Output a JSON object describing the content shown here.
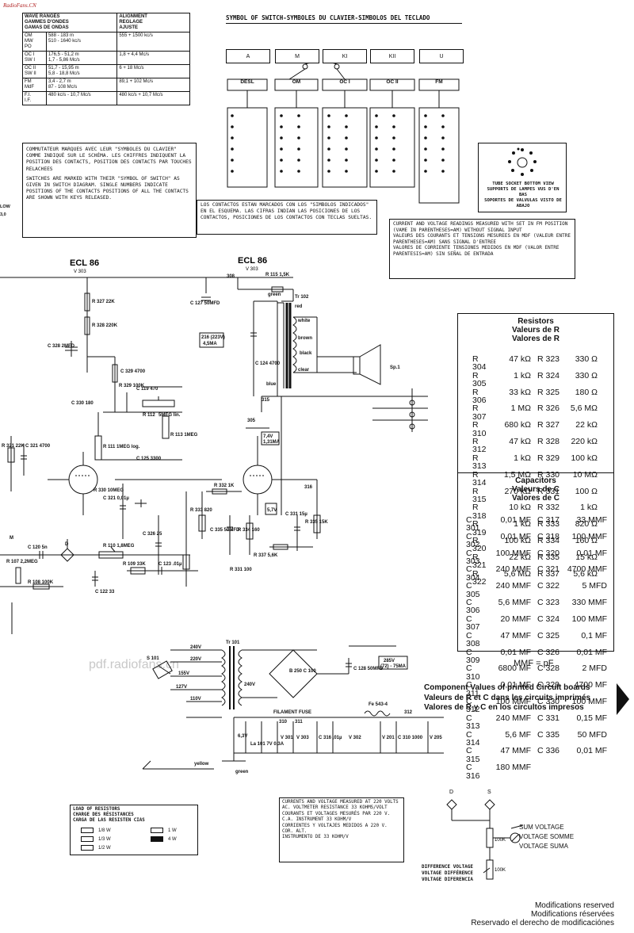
{
  "watermark_top": "RadioFans.CN",
  "watermark_mid": "pdf.radiofans.cn",
  "wave_table": {
    "headers": [
      "WAVE RANGES\nGAMMES D'ONDES\nGAMAS DE ONDAS",
      "ALIGNMENT\nREGLAGE\nAJUSTE"
    ],
    "rows": [
      {
        "band": "OM\nMW\nPO",
        "range": "588 - 183 m\n510 - 1640 kc/s",
        "align": "555 + 1500 kc/s"
      },
      {
        "band": "OC I\nSW I",
        "range": "176,5 - 51,2 m\n1,7 - 5,86 Mc/s",
        "align": "1,8 + 4,4 Mc/s"
      },
      {
        "band": "OC II\nSW II",
        "range": "51,7 - 15,95 m\n5,8 - 18,8 Mc/s",
        "align": "6 + 18 Mc/s"
      },
      {
        "band": "FM\nMdF",
        "range": "3,4 - 2,7 m\n87 - 108 Mc/s",
        "align": "89,1 + 102 Mc/s"
      },
      {
        "band": "F.I.\nI.F.",
        "range": "480 kc/s - 10,7 Mc/s",
        "align": "480 kc/s + 10,7 Mc/s"
      }
    ]
  },
  "switch_title": "SYMBOL OF SWITCH-SYMBOLES DU CLAVIER-SIMBOLOS DEL TECLADO",
  "switch_keys": [
    "A",
    "M",
    "KI",
    "KII",
    "U"
  ],
  "switch_sections": [
    "DESL",
    "OM",
    "OC I",
    "OC II",
    "FM"
  ],
  "note_fr": "COMMUTATEUR MARQUES AVEC LEUR \"SYMBOLES DU CLAVIER\" COMME INDIQUÉ SUR LE SCHÉMA. LES CHIFFRES INDIQUENT LA POSITION DES CONTACTS, POSITION DES CONTACTS PAR TOUCHES RELACHEES",
  "note_en": "SWITCHES ARE MARKED WITH THEIR \"SYMBOL OF SWITCH\" AS GIVEN IN SWITCH DIAGRAM. SINGLE NUMBERS INDICATE POSITIONS OF THE CONTACTS POSITIONS OF ALL THE CONTACTS ARE SHOWN WITH KEYS RELEASED.",
  "note_es": "LOS CONTACTOS ESTAN MARCADOS CON LOS \"SIMBOLOS INDICADOS\" EN EL ESQUEMA. LAS CIFRAS INDIAN LAS POSICIONES DE LOS CONTACTOS, POSICIONES DE LOS CONTACTOS CON TECLAS SUELTAS.",
  "tube_socket": "TUBE SOCKET BOTTOM VIEW\nSUPPORTS DE LAMPES VUS D'EN BAS\nSOPORTES DE VALVULAS VISTO DE ABAJO",
  "readings_note": "CURRENT AND VOLTAGE READINGS MEASURED WITH SET IN FM POSITION (VAME IN PARENTHESES=AM) WITHOUT SIGNAL INPUT\nVALEURS DES COURANTS ET TENSIONS MESUREES EN MDF (VALEUR ENTRE PARENTHESES=AM) SANS SIGNAL D'ENTREE\nVALORES DE CORRIENTE TENSIONES MEDIDOS EN MDF (VALOR ENTRE PARENTESIS=AM) SIN SEÑAL DE ENTRADA",
  "resistors": {
    "title": [
      "Resistors",
      "Valeurs de R",
      "Valores de R"
    ],
    "left": [
      [
        "R 304",
        "47 kΩ"
      ],
      [
        "R 305",
        "1 kΩ"
      ],
      [
        "R 306",
        "33 kΩ"
      ],
      [
        "R 307",
        "1 MΩ"
      ],
      [
        "R 310",
        "680 kΩ"
      ],
      [
        "R 312",
        "47 kΩ"
      ],
      [
        "R 313",
        "1 kΩ"
      ],
      [
        "R 314",
        "1,5 MΩ"
      ],
      [
        "R 315",
        "270 kΩ"
      ],
      [
        "R 318",
        "10 kΩ"
      ],
      [
        "R 319",
        "1 kΩ"
      ],
      [
        "R 320",
        "100 kΩ"
      ],
      [
        "R 321",
        "22 kΩ"
      ],
      [
        "R 322",
        "5,6 MΩ"
      ]
    ],
    "right": [
      [
        "R 323",
        "330 Ω"
      ],
      [
        "R 324",
        "330 Ω"
      ],
      [
        "R 325",
        "180 Ω"
      ],
      [
        "R 326",
        "5,6 MΩ"
      ],
      [
        "R 327",
        "22 kΩ"
      ],
      [
        "R 328",
        "220 kΩ"
      ],
      [
        "R 329",
        "100 kΩ"
      ],
      [
        "R 330",
        "10 MΩ"
      ],
      [
        "R 331",
        "100 Ω"
      ],
      [
        "R 332",
        "1 kΩ"
      ],
      [
        "R 333",
        "820 Ω"
      ],
      [
        "R 334",
        "160 Ω"
      ],
      [
        "R 335",
        "15 kΩ"
      ],
      [
        "R 337",
        "5,6 kΩ"
      ]
    ]
  },
  "capacitors": {
    "title": [
      "Capacitors",
      "Valeurs de C",
      "Valores de C"
    ],
    "left": [
      [
        "C 301",
        "0,01 MF"
      ],
      [
        "C 302",
        "0,01 MF"
      ],
      [
        "C 303",
        "100 MMF"
      ],
      [
        "C 304",
        "240 MMF"
      ],
      [
        "C 305",
        "240 MMF"
      ],
      [
        "C 306",
        "5,6 MMF"
      ],
      [
        "C 307",
        "20 MMF"
      ],
      [
        "C 308",
        "47 MMF"
      ],
      [
        "C 309",
        "0,01 MF"
      ],
      [
        "C 310",
        "6800 MF"
      ],
      [
        "C 311",
        "0,01 MF"
      ],
      [
        "C 312",
        "100 MMF"
      ],
      [
        "C 313",
        "240 MMF"
      ],
      [
        "C 314",
        "5,6 MF"
      ],
      [
        "C 315",
        "47 MMF"
      ],
      [
        "C 316",
        "180 MMF"
      ]
    ],
    "right": [
      [
        "C 317",
        "33 MMF"
      ],
      [
        "C 318",
        "100 MMF"
      ],
      [
        "C 320",
        "0,01 MF"
      ],
      [
        "C 321",
        "4700 MMF"
      ],
      [
        "C 322",
        "5 MFD"
      ],
      [
        "C 323",
        "330 MMF"
      ],
      [
        "C 324",
        "100 MMF"
      ],
      [
        "C 325",
        "0,1 MF"
      ],
      [
        "C 326",
        "0,01 MF"
      ],
      [
        "C 328",
        "2 MFD"
      ],
      [
        "C 329",
        "4700 MF"
      ],
      [
        "C 330",
        "100 MMF"
      ],
      [
        "C 331",
        "0,15 MF"
      ],
      [
        "C 335",
        "50 MFD"
      ],
      [
        "C 336",
        "0,01 MF"
      ]
    ]
  },
  "mmf_note": "MMF = pF",
  "component_heading": [
    "Component Values of printed Circuit boards",
    "Valeurs de R et C dans les circuits imprimés",
    "Valores de R y C en los circultos impresos"
  ],
  "tubes": [
    "ECL 86",
    "ECL 86"
  ],
  "tube_refs": [
    "V 303",
    "V 303"
  ],
  "schematic_labels": {
    "r327": "R 327 22K",
    "r328": "R 328 220K",
    "c328": "C 328 2MFD",
    "c329": "C 329 4700",
    "c127": "C 127 50MFD",
    "r115": "R 115 1,5K",
    "tr102": "Tr 102",
    "node308": "308",
    "green": "green",
    "red": "red",
    "white": "white",
    "brown": "brown",
    "black": "black",
    "clear": "clear",
    "blue": "blue",
    "voltage1": "216 (223V)",
    "current1": "4,5MA",
    "c124": "C 124 4700",
    "sp1": "Sp.1",
    "r329": "R 329 100K",
    "c119": "C 119 470",
    "c330": "C 330 180",
    "r112": "R 112",
    "smeg": "5MEG lin.",
    "r113": "R 113 1MEG",
    "r111": "R 111 1MEG log.",
    "c125": "C 125 3300",
    "node315": "315",
    "node305": "305",
    "v2": "7,4V",
    "i2": "1,31MA",
    "r330": "R 330 10MEG",
    "c321": "C 321 0,01µ",
    "r332": "R 332 1K",
    "r333": "R 333 820",
    "c335": "C 335 50MFD",
    "r334": "R 334 160",
    "v3": "5,7V",
    "c331": "C 331 15µ",
    "r335": "R 335 15K",
    "node316": "316",
    "c326": "C 326 25",
    "c120": "C 120 5n",
    "r110": "R 110 1,8MEG",
    "r109": "R 109 33K",
    "c123": "C 123 .01µ",
    "c122": "C 122 33",
    "r107": "R 107 2,2MEG",
    "r108": "R 108 100K",
    "r337": "R 337 5,6K",
    "r331": "R 331 100",
    "r321": "R 321 22K",
    "c321b": "C 321 4700",
    "m": "M",
    "nodeD": "D",
    "v240": "240V",
    "v220": "220V",
    "v155": "155V",
    "v127": "127V",
    "v110": "110V",
    "tr101": "Tr 101",
    "s101": "S 101",
    "v240b": "240V",
    "yellow": "yellow",
    "green2": "green",
    "b250": "B 250 C 100",
    "c128": "C 128 50MFD",
    "v285": "285V",
    "i285": "(72) - 75MA",
    "filament": "FILAMENT FUSE",
    "fe": "Fe 543-4",
    "n312": "312",
    "n311": "311",
    "n310": "310",
    "v63": "6,3V",
    "la101": "La 101 7V 0,3A",
    "v301": "V 301",
    "v303b": "V 303",
    "c316": "C 316 ,01µ",
    "v302": "V 302",
    "v201": "V 201",
    "c310": "C 310 1000",
    "v205": "V 205"
  },
  "load_box": {
    "title": [
      "LOAD OF RESISTORS",
      "CHARGE DES RÉSISTANCES",
      "CARGA DE LAS RESISTEN CIAS"
    ],
    "items": [
      "1/8 W",
      "1/3 W",
      "1/2 W",
      "1 W",
      "4 W"
    ]
  },
  "measure_note": "CURRENTS AND VOLTAGE MEASURED AT 220 VOLTS AC. VOLTMETER RESISTANCE 33 KOHMS/VOLT\nCOURANTS ET VOLTAGES MESURÉS PAR 220 V. C.A. INSTRUMENT 33 KOHM/V\nCORRIENTES Y VOLTAJES MEDIDOS A 220 V. COR. ALT.\nINSTRUMENTO DE 33 KOHM/V",
  "sum_diagram": {
    "d": "D",
    "s": "S",
    "r1": "100K",
    "r2": "100K",
    "sum": [
      "SUM VOLTAGE",
      "VOLTAGE SOMME",
      "VOLTAGE SUMA"
    ],
    "diff": [
      "DIFFERENCE VOLTAGE",
      "VOLTAGE DIFFÉRENCE",
      "VOLTAGE DIFERENCIA"
    ]
  },
  "footer": [
    "Modifications reserved",
    "Modifications réservées",
    "Reservado el derecho de modificaciónes"
  ],
  "edge_labels": [
    "LOW",
    "3,0"
  ]
}
